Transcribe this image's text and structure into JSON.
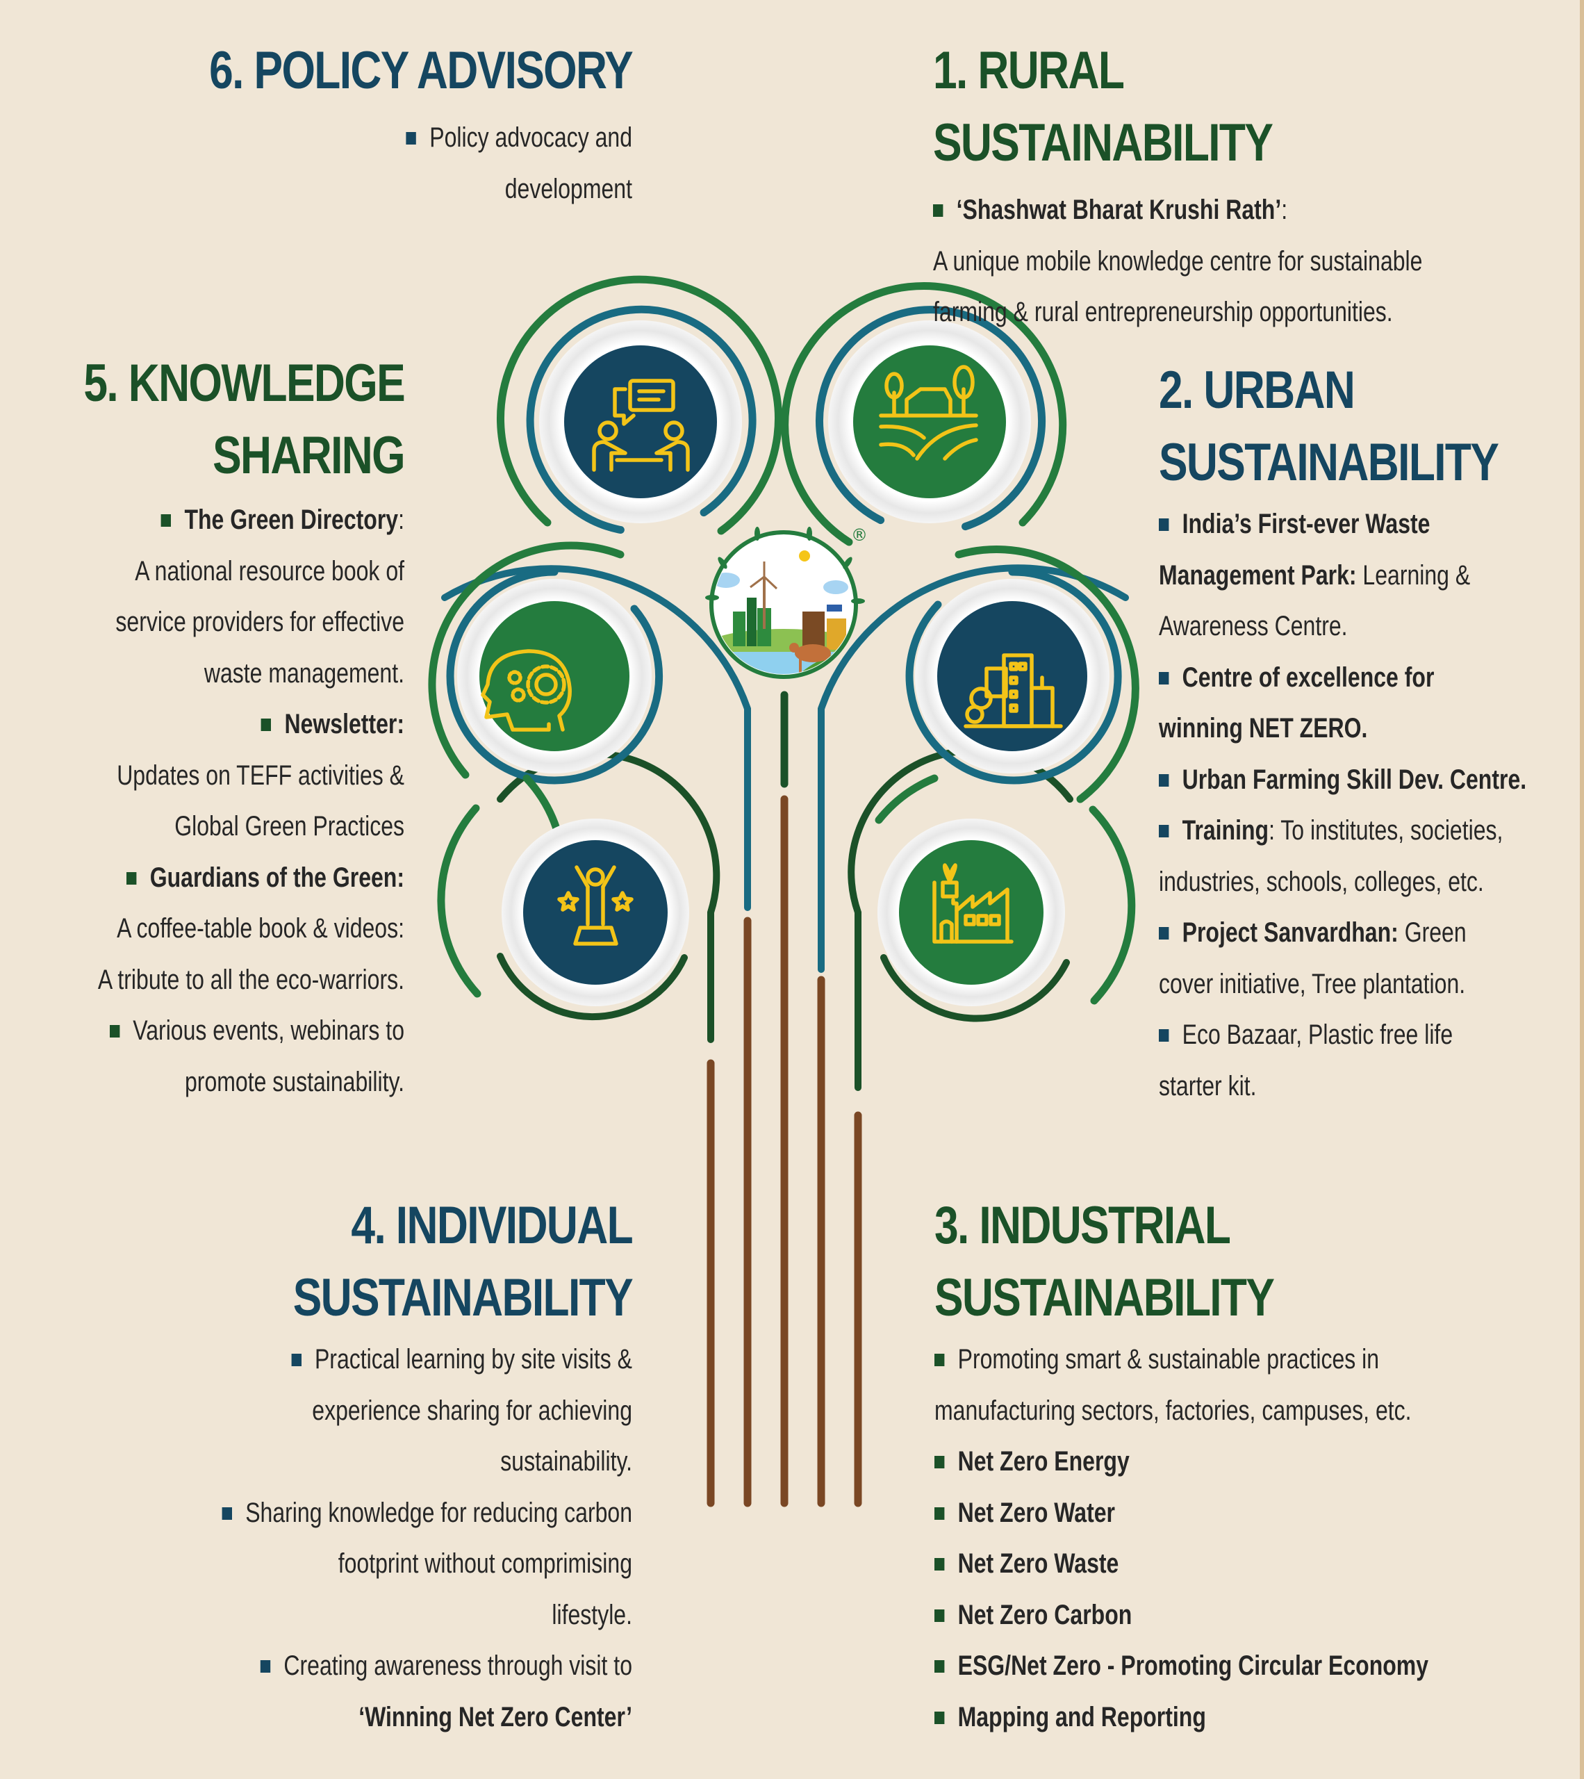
{
  "colors": {
    "background": "#f0e6d6",
    "navy": "#154660",
    "dark_green": "#1b5128",
    "green": "#247c3e",
    "teal": "#196b82",
    "brown": "#7a4724",
    "icon_yellow": "#f3c418"
  },
  "logo": {
    "registered_mark": "®",
    "description": "Sustainable village scene with wind turbine, factory, water, cow"
  },
  "sections": {
    "policy": {
      "title": "6. POLICY ADVISORY",
      "lines": [
        "Policy advocacy and",
        "development"
      ]
    },
    "rural": {
      "title": "1. RURAL SUSTAINABILITY",
      "bullet_bold": "‘Shashwat Bharat Krushi Rath’",
      "bullet_rest": ":",
      "lines": [
        "A unique mobile knowledge centre for sustainable",
        "farming & rural entrepreneurship opportunities."
      ]
    },
    "knowledge": {
      "title_1": "5. KNOWLEDGE",
      "title_2": "SHARING",
      "items": [
        {
          "bold": "The Green Directory",
          "rest": ":",
          "lines": [
            "A national resource book of",
            "service providers for effective",
            "waste management."
          ]
        },
        {
          "bold": "Newsletter:",
          "rest": "",
          "lines": [
            "Updates on TEFF activities &",
            "Global Green Practices"
          ]
        },
        {
          "bold": "Guardians of the Green:",
          "rest": "",
          "lines": [
            "A coffee-table book & videos:",
            "A tribute to all the eco-warriors."
          ]
        },
        {
          "bold": "",
          "rest": "Various events, webinars to",
          "lines": [
            "promote sustainability."
          ]
        }
      ]
    },
    "urban": {
      "title_1": "2. URBAN",
      "title_2": "SUSTAINABILITY",
      "items": [
        {
          "bold": "India’s First-ever Waste",
          "rest": "",
          "lines_bold_prefix": "Management Park:",
          "lines_rest": " Learning &",
          "lines": [
            "Awareness Centre."
          ]
        },
        {
          "bold": "Centre of excellence for",
          "rest": "",
          "lines": [
            "winning NET ZERO."
          ]
        },
        {
          "bold": "Urban Farming Skill Dev. Centre.",
          "rest": "",
          "lines": []
        },
        {
          "bold": "Training",
          "rest": ": To institutes, societies,",
          "lines": [
            "industries, schools, colleges, etc."
          ]
        },
        {
          "bold": "Project Sanvardhan:",
          "rest": " Green",
          "lines": [
            "cover initiative, Tree plantation."
          ]
        },
        {
          "bold": "",
          "rest": "Eco Bazaar, Plastic free life",
          "lines": [
            "starter kit."
          ]
        }
      ]
    },
    "individual": {
      "title_1": "4. INDIVIDUAL",
      "title_2": "SUSTAINABILITY",
      "items": [
        {
          "first": "Practical learning by site visits &",
          "lines": [
            "experience sharing for achieving",
            "sustainability."
          ]
        },
        {
          "first": "Sharing knowledge for reducing carbon",
          "lines": [
            "footprint without comprimising",
            "lifestyle."
          ]
        },
        {
          "first": "Creating awareness through visit to",
          "lines_bold": [
            "‘Winning Net Zero Center’"
          ]
        }
      ]
    },
    "industrial": {
      "title_1": "3. INDUSTRIAL",
      "title_2": "SUSTAINABILITY",
      "intro": [
        "Promoting smart & sustainable practices in",
        "manufacturing sectors, factories, campuses, etc."
      ],
      "items": [
        "Net Zero Energy",
        "Net Zero Water",
        "Net Zero Waste",
        "Net Zero Carbon",
        "ESG/Net Zero - Promoting Circular Economy",
        "Mapping and Reporting"
      ]
    }
  },
  "icons": {
    "knowledge": "meeting-discussion-icon",
    "rural": "farm-landscape-icon",
    "policy": "head-gears-icon",
    "urban": "city-buildings-icon",
    "individual": "achiever-trophy-icon",
    "industrial": "green-factory-icon"
  }
}
